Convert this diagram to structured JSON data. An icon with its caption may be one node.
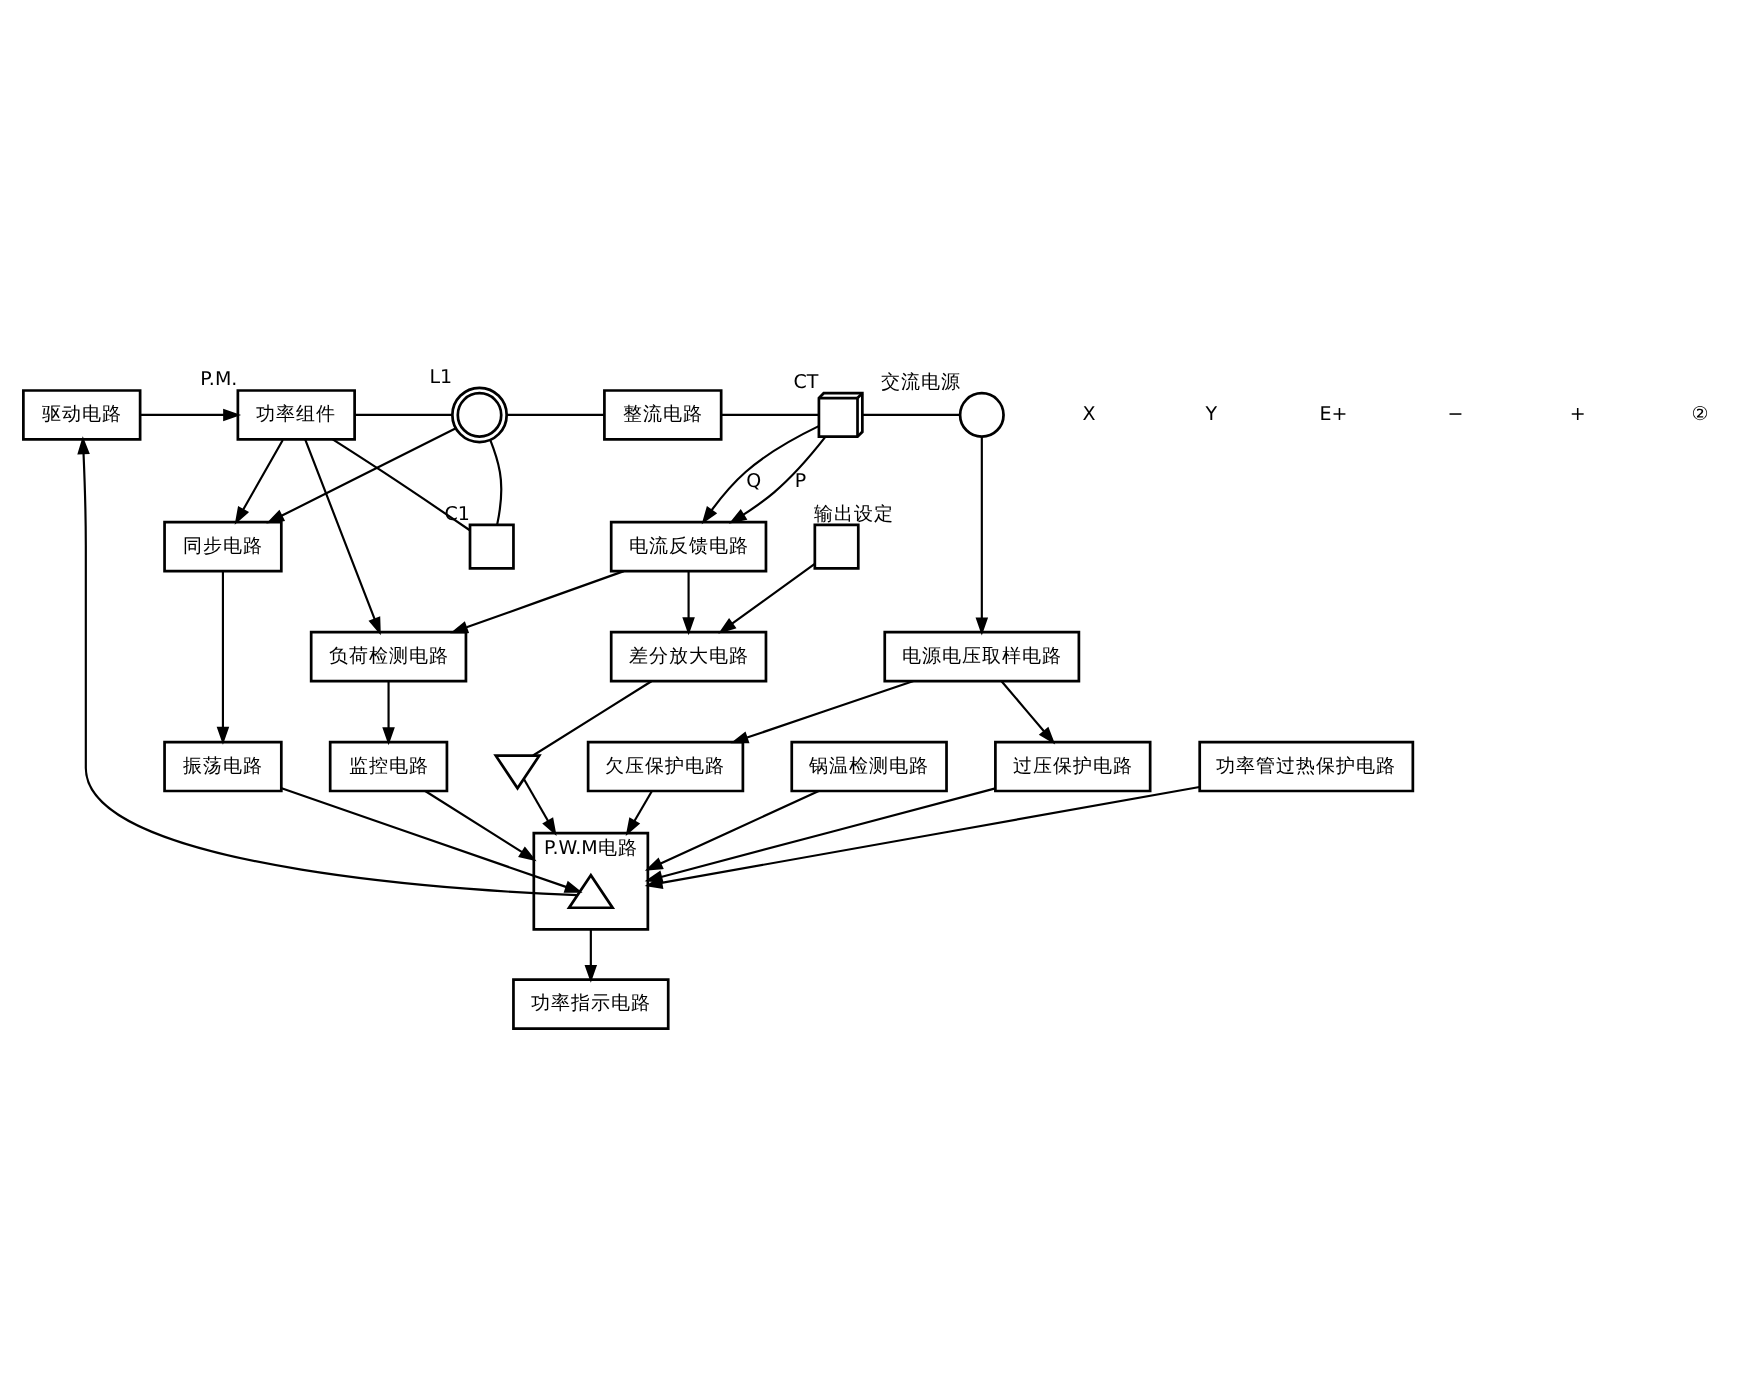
{
  "diagram": {
    "nodes": [
      {
        "text": [
          "驱动电路"
        ]
      },
      {
        "text": [
          "功率组件"
        ],
        "beside": [
          "P.M."
        ]
      },
      {
        "text": [],
        "shape": "coil",
        "beside": [
          "L1"
        ]
      },
      {
        "text": [
          "整流电路"
        ]
      },
      {
        "text": [],
        "shape": "transformer",
        "beside": [
          "CT"
        ]
      },
      {
        "text": [],
        "shape": "circle",
        "beside": [
          "交流电源"
        ]
      },
      {
        "text": [],
        "shape": "capacitor",
        "beside": [
          "C1"
        ]
      },
      {
        "text": [
          "电源电压取样电路"
        ]
      },
      {
        "text": [
          "负荷检测电路"
        ]
      },
      {
        "text": [
          "同步电路"
        ]
      },
      {
        "text": [
          "电流反馈电路"
        ]
      },
      {
        "text": [
          "欠压保护电路"
        ]
      },
      {
        "text": [
          "监控电路"
        ]
      },
      {
        "text": [
          "振荡电路"
        ]
      },
      {
        "text": [
          "差分放大电路"
        ]
      },
      {
        "text": [],
        "shape": "resistor",
        "beside": [
          "输出设定"
        ]
      },
      {
        "text": [
          "P.W.M电路"
        ]
      },
      {
        "text": [],
        "shape": "triangle",
        "in": 16
      },
      {
        "text": [
          "过压保护电路"
        ]
      },
      {
        "text": [
          "锅温检测电路"
        ]
      },
      {
        "text": [],
        "shape": "diode"
      },
      {
        "text": [
          "功率管过热保护电路"
        ]
      },
      {
        "text": [
          "功率指示电路"
        ]
      }
    ],
    "edges": [
      {
        "from": 0,
        "to": 1,
        "arrow": "to"
      },
      {
        "from": 1,
        "to": 2,
        "arrow": "none"
      },
      {
        "from": 2,
        "to": 3,
        "arrow": "none"
      },
      {
        "from": 3,
        "to": 4,
        "arrow": "none"
      },
      {
        "from": 4,
        "to": 5,
        "arrow": "none"
      },
      {
        "from": 1,
        "to": 6,
        "arrow": "none"
      },
      {
        "from": 6,
        "to": 2,
        "arrow": "none"
      },
      {
        "from": 5,
        "to": 7,
        "arrow": "to"
      },
      {
        "from": 1,
        "to": 8,
        "arrow": "to"
      },
      {
        "from": 1,
        "to": 9,
        "arrow": "to"
      },
      {
        "from": 2,
        "to": 9,
        "arrow": "to"
      },
      {
        "from": 17,
        "to": 0,
        "arrow": "to"
      },
      {
        "from": 10,
        "to": 8,
        "arrow": "to"
      },
      {
        "from": 4,
        "to": 10,
        "label": "P",
        "arrow": "to"
      },
      {
        "from": 4,
        "to": 10,
        "label": "Q",
        "arrow": "to"
      },
      {
        "from": 10,
        "to": 14,
        "arrow": "to"
      },
      {
        "from": 15,
        "to": 14,
        "arrow": "to"
      },
      {
        "from": 7,
        "to": 11,
        "arrow": "to"
      },
      {
        "from": 7,
        "to": 18,
        "arrow": "to"
      },
      {
        "from": 8,
        "to": 12,
        "arrow": "to"
      },
      {
        "from": 9,
        "to": 13,
        "arrow": "to"
      },
      {
        "from": 13,
        "to": 17,
        "arrow": "to"
      },
      {
        "from": 11,
        "to": 16,
        "arrow": "to"
      },
      {
        "from": 12,
        "to": 16,
        "arrow": "to"
      },
      {
        "from": 18,
        "to": 16,
        "arrow": "to"
      },
      {
        "from": 19,
        "to": 16,
        "arrow": "to"
      },
      {
        "from": 21,
        "to": 16,
        "arrow": "to"
      },
      {
        "from": 14,
        "to": 20,
        "arrow": "none"
      },
      {
        "from": 20,
        "to": 16,
        "arrow": "to"
      },
      {
        "from": 16,
        "to": 22,
        "arrow": "to"
      }
    ],
    "labels": [
      "X",
      "Y",
      "E+",
      "−",
      "+",
      "②"
    ]
  }
}
